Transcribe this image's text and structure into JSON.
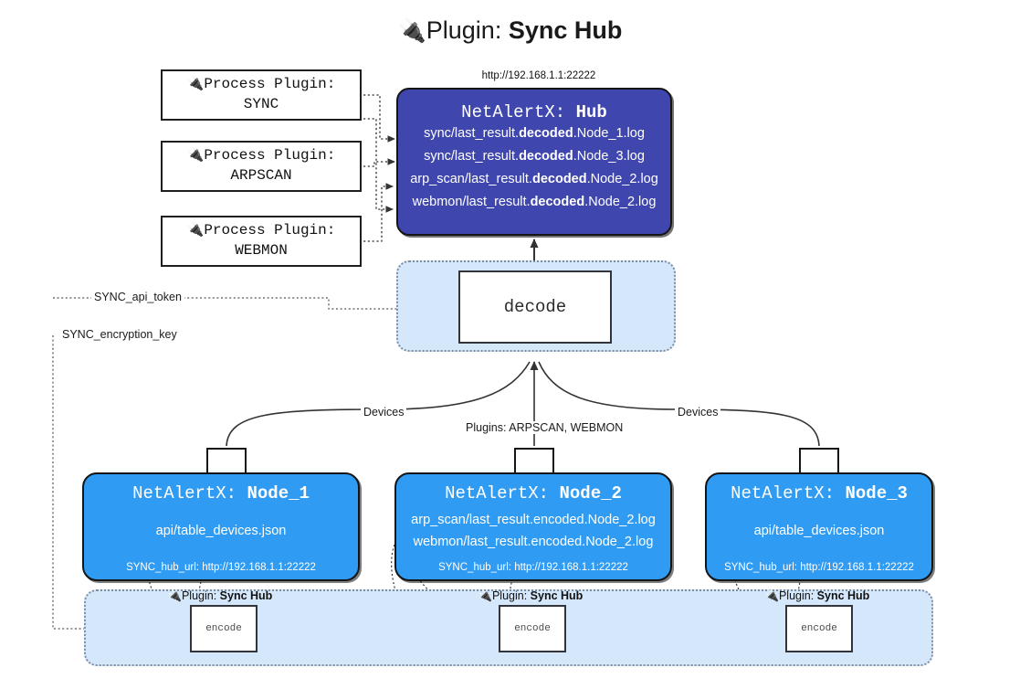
{
  "title": {
    "icon": "plug-icon",
    "prefix": "Plugin:",
    "name": "Sync Hub"
  },
  "process_plugins": [
    {
      "icon": "plug-icon",
      "caption": "Process Plugin:",
      "name": "SYNC"
    },
    {
      "icon": "plug-icon",
      "caption": "Process Plugin:",
      "name": "ARPSCAN"
    },
    {
      "icon": "plug-icon",
      "caption": "Process Plugin:",
      "name": "WEBMON"
    }
  ],
  "hub": {
    "url": "http://192.168.1.1:22222",
    "title_prefix": "NetAlertX:",
    "title_name": "Hub",
    "logs": [
      {
        "pre": "sync/last_result.",
        "em": "decoded",
        "post": ".Node_1.log"
      },
      {
        "pre": "sync/last_result.",
        "em": "decoded",
        "post": ".Node_3.log"
      },
      {
        "pre": "arp_scan/last_result.",
        "em": "decoded",
        "post": ".Node_2.log"
      },
      {
        "pre": "webmon/last_result.",
        "em": "decoded",
        "post": ".Node_2.log"
      }
    ]
  },
  "decode": {
    "label": "decode"
  },
  "secrets": {
    "api_token": "SYNC_api_token",
    "encryption_key": "SYNC_encryption_key"
  },
  "edges": {
    "devices_left": "Devices",
    "devices_right": "Devices",
    "plugins_center": "Plugins: ARPSCAN, WEBMON"
  },
  "nodes": [
    {
      "icon": "envelope-icon",
      "title_prefix": "NetAlertX:",
      "title_name": "Node_1",
      "lines": [
        {
          "pre": "api/table_devices.json",
          "em": "",
          "post": ""
        }
      ],
      "footer": "SYNC_hub_url: http://192.168.1.1:22222"
    },
    {
      "icon": "envelope-icon",
      "title_prefix": "NetAlertX:",
      "title_name": "Node_2",
      "lines": [
        {
          "pre": "arp_scan/last_result.encoded.Node_2.log",
          "em": "",
          "post": ""
        },
        {
          "pre": "webmon/last_result.encoded.Node_2.log",
          "em": "",
          "post": ""
        }
      ],
      "footer": "SYNC_hub_url: http://192.168.1.1:22222"
    },
    {
      "icon": "envelope-icon",
      "title_prefix": "NetAlertX:",
      "title_name": "Node_3",
      "lines": [
        {
          "pre": "api/table_devices.json",
          "em": "",
          "post": ""
        }
      ],
      "footer": "SYNC_hub_url: http://192.168.1.1:22222"
    }
  ],
  "encoders": [
    {
      "caption_prefix": "Plugin:",
      "caption_name": "Sync Hub",
      "label": "encode"
    },
    {
      "caption_prefix": "Plugin:",
      "caption_name": "Sync Hub",
      "label": "encode"
    },
    {
      "caption_prefix": "Plugin:",
      "caption_name": "Sync Hub",
      "label": "encode"
    }
  ],
  "colors": {
    "hub_fill": "#3f46ad",
    "node_fill": "#2f9bf2",
    "zone_fill": "#d5e7fa",
    "zone_border": "#7d8da0",
    "stroke": "#333333",
    "background": "#ffffff"
  }
}
